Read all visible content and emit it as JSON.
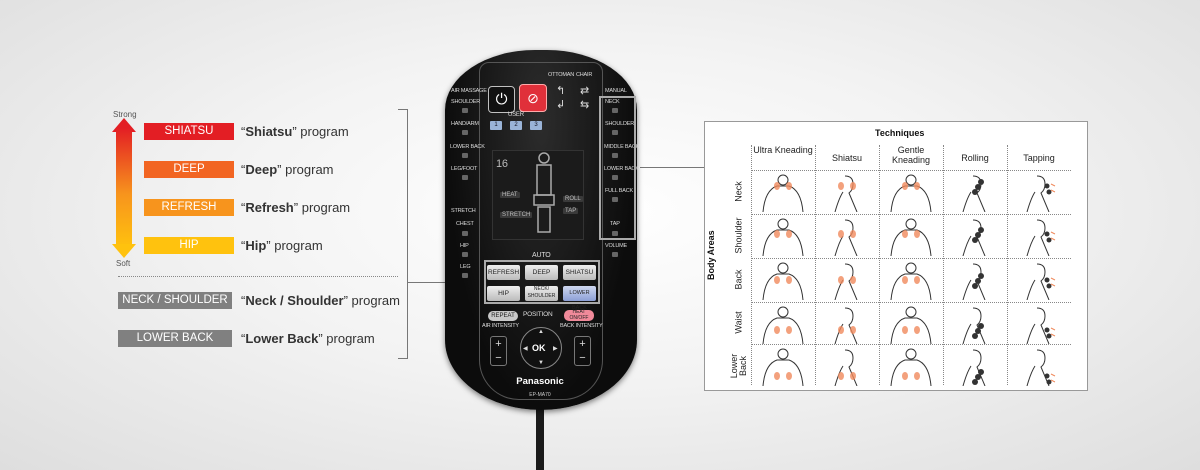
{
  "legend": {
    "strong_label": "Strong",
    "soft_label": "Soft",
    "programs": [
      {
        "badge": "SHIATSU",
        "name": "Shiatsu",
        "suffix": " program",
        "color": "#e31e24"
      },
      {
        "badge": "DEEP",
        "name": "Deep",
        "suffix": " program",
        "color": "#f26522"
      },
      {
        "badge": "REFRESH",
        "name": "Refresh",
        "suffix": " program",
        "color": "#f7941d"
      },
      {
        "badge": "HIP",
        "name": "Hip",
        "suffix": " program",
        "color": "#ffc20e"
      },
      {
        "badge": "NECK / SHOULDER",
        "name": "Neck / Shoulder",
        "suffix": " program",
        "color": "#808080"
      },
      {
        "badge": "LOWER BACK",
        "name": "Lower Back",
        "suffix": " program",
        "color": "#808080"
      }
    ]
  },
  "remote": {
    "left_labels": [
      "AIR MASSAGE",
      "SHOULDER",
      "HAND/ARM",
      "LOWER BACK",
      "LEG/FOOT",
      "STRETCH",
      "CHEST",
      "HIP",
      "LEG"
    ],
    "right_labels": [
      "MANUAL",
      "NECK",
      "SHOULDER",
      "MIDDLE BACK",
      "LOWER BACK",
      "FULL BACK",
      "TAP",
      "VOLUME"
    ],
    "ottoman_label": "OTTOMAN",
    "chair_label": "CHAIR",
    "user_label": "USER",
    "user_buttons": [
      "1",
      "2",
      "3"
    ],
    "lcd_number": "16",
    "lcd_tags": [
      "HEAT",
      "STRETCH",
      "ROLL",
      "TAP"
    ],
    "auto_label": "AUTO",
    "auto_buttons": [
      "REFRESH",
      "DEEP",
      "SHIATSU",
      "HIP",
      "NECK/ SHOULDER",
      "LOWER BACK"
    ],
    "repeat_label": "REPEAT",
    "position_label": "POSITION",
    "heat_label": "HEAT ON/OFF",
    "air_intensity_label": "AIR INTENSITY",
    "back_intensity_label": "BACK INTENSITY",
    "plus": "+",
    "minus": "−",
    "ok_label": "OK",
    "brand": "Panasonic",
    "model": "EP-MA70"
  },
  "techniques": {
    "title": "Techniques",
    "body_areas_label": "Body Areas",
    "columns": [
      "Ultra Kneading",
      "Shiatsu",
      "Gentle Kneading",
      "Rolling",
      "Tapping"
    ],
    "rows": [
      "Neck",
      "Shoulder",
      "Back",
      "Waist",
      "Lower Back"
    ],
    "highlight_color": "#f08a5d"
  }
}
